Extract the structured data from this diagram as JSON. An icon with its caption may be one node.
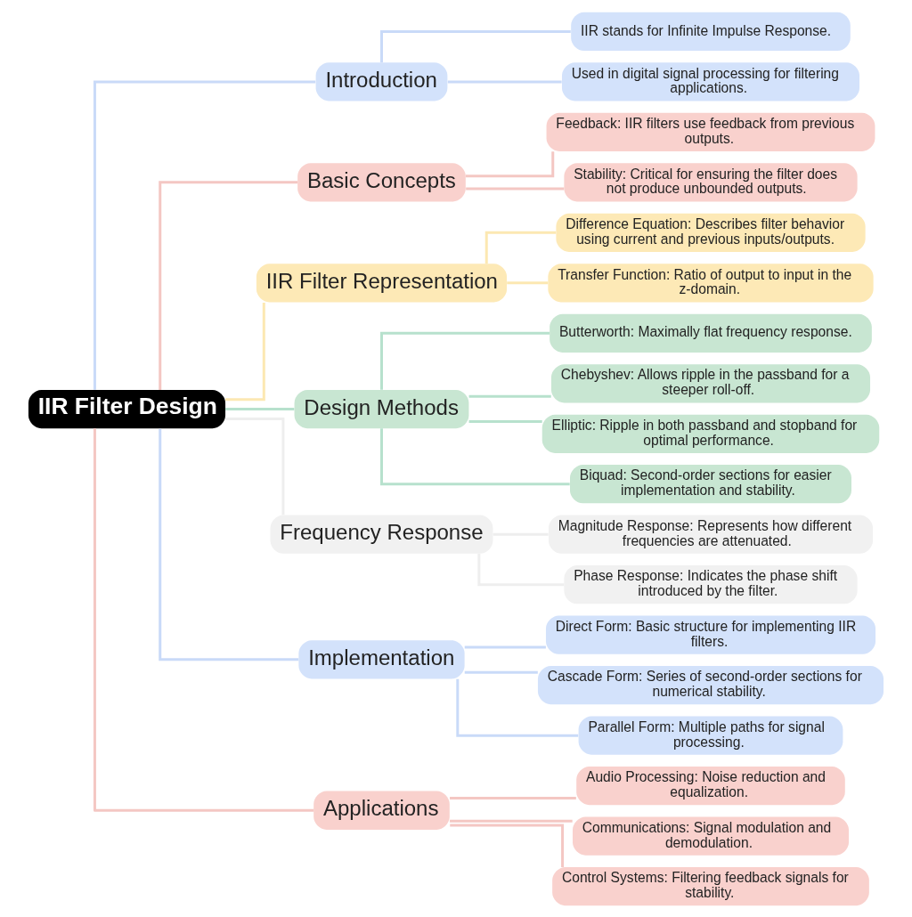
{
  "diagram": {
    "nodes": [
      {
        "text": [
          "IIR Filter Design"
        ]
      },
      {
        "text": [
          "Introduction"
        ]
      },
      {
        "text": [
          "IIR stands for Infinite Impulse Response."
        ]
      },
      {
        "text": [
          "Used in digital signal processing for filtering applications."
        ]
      },
      {
        "text": [
          "Basic Concepts"
        ]
      },
      {
        "text": [
          "Feedback: IIR filters use feedback from previous outputs."
        ]
      },
      {
        "text": [
          "Stability: Critical for ensuring the filter does not produce unbounded outputs."
        ]
      },
      {
        "text": [
          "IIR Filter Representation"
        ]
      },
      {
        "text": [
          "Difference Equation: Describes filter behavior using current and previous inputs/outputs."
        ]
      },
      {
        "text": [
          "Transfer Function: Ratio of output to input in the z-domain."
        ]
      },
      {
        "text": [
          "Design Methods"
        ]
      },
      {
        "text": [
          "Butterworth: Maximally flat frequency response."
        ]
      },
      {
        "text": [
          "Chebyshev: Allows ripple in the passband for a steeper roll-off."
        ]
      },
      {
        "text": [
          "Elliptic: Ripple in both passband and stopband for optimal performance."
        ]
      },
      {
        "text": [
          "Biquad: Second-order sections for easier implementation and stability."
        ]
      },
      {
        "text": [
          "Frequency Response"
        ]
      },
      {
        "text": [
          "Magnitude Response: Represents how different frequencies are attenuated."
        ]
      },
      {
        "text": [
          "Phase Response: Indicates the phase shift introduced by the filter."
        ]
      },
      {
        "text": [
          "Implementation"
        ]
      },
      {
        "text": [
          "Direct Form: Basic structure for implementing IIR filters."
        ]
      },
      {
        "text": [
          "Cascade Form: Series of second-order sections for numerical stability."
        ]
      },
      {
        "text": [
          "Parallel Form: Multiple paths for signal processing."
        ]
      },
      {
        "text": [
          "Applications"
        ]
      },
      {
        "text": [
          "Audio Processing: Noise reduction and equalization."
        ]
      },
      {
        "text": [
          "Communications: Signal modulation and demodulation."
        ]
      },
      {
        "text": [
          "Control Systems: Filtering feedback signals for stability."
        ]
      }
    ],
    "edges": [
      {
        "from": 0,
        "to": 1,
        "arrow": "none",
        "color": "#c9daf8"
      },
      {
        "from": 1,
        "to": 2,
        "arrow": "none",
        "color": "#c9daf8"
      },
      {
        "from": 1,
        "to": 3,
        "arrow": "none",
        "color": "#c9daf8"
      },
      {
        "from": 0,
        "to": 4,
        "arrow": "none",
        "color": "#f4c7c3"
      },
      {
        "from": 4,
        "to": 5,
        "arrow": "none",
        "color": "#f4c7c3"
      },
      {
        "from": 4,
        "to": 6,
        "arrow": "none",
        "color": "#f4c7c3"
      },
      {
        "from": 0,
        "to": 7,
        "arrow": "none",
        "color": "#fce8b2"
      },
      {
        "from": 7,
        "to": 8,
        "arrow": "none",
        "color": "#fce8b2"
      },
      {
        "from": 7,
        "to": 9,
        "arrow": "none",
        "color": "#fce8b2"
      },
      {
        "from": 0,
        "to": 10,
        "arrow": "none",
        "color": "#b7e1cd"
      },
      {
        "from": 10,
        "to": 11,
        "arrow": "none",
        "color": "#b7e1cd"
      },
      {
        "from": 10,
        "to": 12,
        "arrow": "none",
        "color": "#b7e1cd"
      },
      {
        "from": 10,
        "to": 13,
        "arrow": "none",
        "color": "#b7e1cd"
      },
      {
        "from": 10,
        "to": 14,
        "arrow": "none",
        "color": "#b7e1cd"
      },
      {
        "from": 0,
        "to": 15,
        "arrow": "none",
        "color": "#eeeeee"
      },
      {
        "from": 15,
        "to": 16,
        "arrow": "none",
        "color": "#eeeeee"
      },
      {
        "from": 15,
        "to": 17,
        "arrow": "none",
        "color": "#eeeeee"
      },
      {
        "from": 0,
        "to": 18,
        "arrow": "none",
        "color": "#c9daf8"
      },
      {
        "from": 18,
        "to": 19,
        "arrow": "none",
        "color": "#c9daf8"
      },
      {
        "from": 18,
        "to": 20,
        "arrow": "none",
        "color": "#c9daf8"
      },
      {
        "from": 18,
        "to": 21,
        "arrow": "none",
        "color": "#c9daf8"
      },
      {
        "from": 0,
        "to": 22,
        "arrow": "none",
        "color": "#f4c7c3"
      },
      {
        "from": 22,
        "to": 23,
        "arrow": "none",
        "color": "#f4c7c3"
      },
      {
        "from": 22,
        "to": 24,
        "arrow": "none",
        "color": "#f4c7c3"
      },
      {
        "from": 22,
        "to": 25,
        "arrow": "none",
        "color": "#f4c7c3"
      }
    ]
  }
}
